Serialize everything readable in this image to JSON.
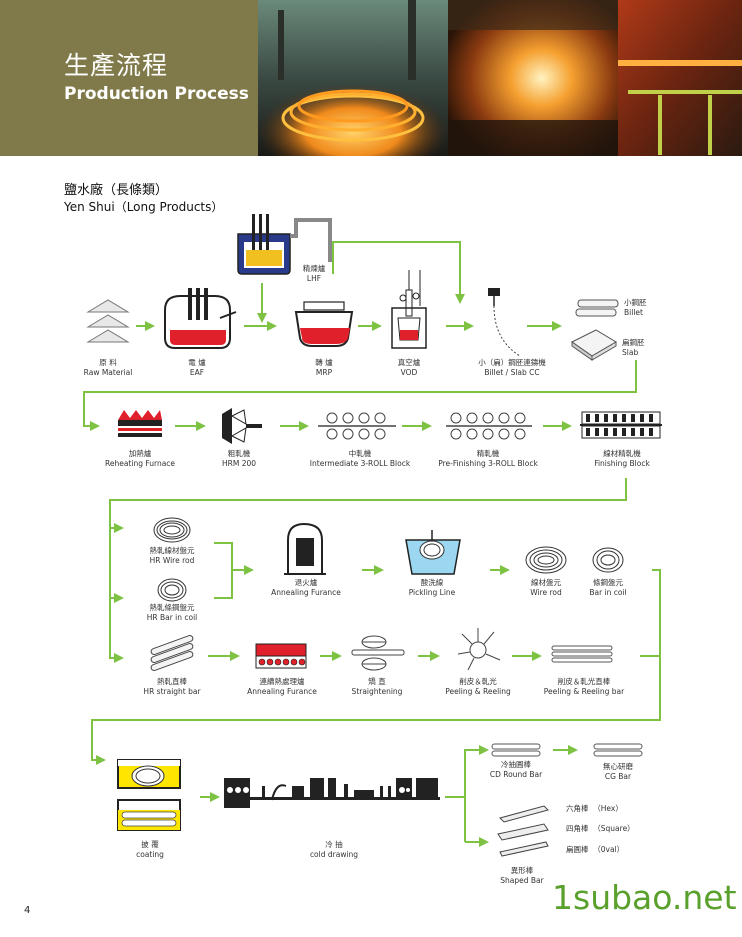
{
  "header": {
    "title_zh": "生產流程",
    "title_en": "Production Process"
  },
  "section": {
    "title_zh": "鹽水廠（長條類）",
    "title_en": "Yen Shui（Long Products）"
  },
  "row1": {
    "raw_material": {
      "zh": "原 料",
      "en": "Raw Material"
    },
    "eaf": {
      "zh": "電 爐",
      "en": "EAF"
    },
    "lhf": {
      "zh": "精煉爐",
      "en": "LHF"
    },
    "mrp": {
      "zh": "轉 爐",
      "en": "MRP"
    },
    "vod": {
      "zh": "真空爐",
      "en": "VOD"
    },
    "cc": {
      "zh": "小（扁）鋼胚連鑄機",
      "en": "Billet / Slab CC"
    },
    "billet": {
      "zh": "小鋼胚",
      "en": "Billet"
    },
    "slab": {
      "zh": "扁鋼胚",
      "en": "Slab"
    }
  },
  "row2": {
    "reheating": {
      "zh": "加熱爐",
      "en": "Reheating Furnace"
    },
    "hrm": {
      "zh": "粗軋機",
      "en": "HRM 200"
    },
    "intermediate": {
      "zh": "中軋機",
      "en": "Intermediate 3-ROLL Block"
    },
    "prefinishing": {
      "zh": "精軋機",
      "en": "Pre-Finishing 3-ROLL Block"
    },
    "finishing": {
      "zh": "線材精軋機",
      "en": "Finishing Block"
    }
  },
  "row3": {
    "hr_wire_rod": {
      "zh": "熱軋線材盤元",
      "en": "HR Wire rod"
    },
    "hr_bar_coil": {
      "zh": "熱軋條鋼盤元",
      "en": "HR Bar in coil"
    },
    "annealing": {
      "zh": "退火爐",
      "en": "Annealing Furance"
    },
    "pickling": {
      "zh": "酸洗線",
      "en": "Pickling Line"
    },
    "wire_rod": {
      "zh": "線材盤元",
      "en": "Wire rod"
    },
    "bar_coil": {
      "zh": "條鋼盤元",
      "en": "Bar in coil"
    }
  },
  "row4": {
    "hr_straight": {
      "zh": "熱軋直棒",
      "en": "HR straight bar"
    },
    "cont_annealing": {
      "zh": "連續熱處理爐",
      "en": "Annealing Furance"
    },
    "straightening": {
      "zh": "矯 直",
      "en": "Straightening"
    },
    "peeling": {
      "zh": "削皮＆軋光",
      "en": "Peeling & Reeling"
    },
    "peeling_bar": {
      "zh": "削皮＆軋光直棒",
      "en": "Peeling & Reeling bar"
    }
  },
  "row5": {
    "coating": {
      "zh": "披 覆",
      "en": "coating"
    },
    "cold_drawing": {
      "zh": "冷 抽",
      "en": "cold drawing"
    },
    "cd_round": {
      "zh": "冷抽圓棒",
      "en": "CD Round Bar"
    },
    "cg_bar": {
      "zh": "無心研磨",
      "en": "CG Bar"
    },
    "hex": {
      "zh": "六角棒",
      "en": "（Hex）"
    },
    "square": {
      "zh": "四角棒",
      "en": "（Square）"
    },
    "oval": {
      "zh": "扁圓棒",
      "en": "（0val）"
    },
    "shaped": {
      "zh": "異形棒",
      "en": "Shaped Bar"
    }
  },
  "page_number": "4",
  "watermark": "1subao.net",
  "colors": {
    "header_bg": "#807a4a",
    "flow_green": "#7dc242",
    "molten_red": "#e0202a",
    "coating_yellow": "#ffe600",
    "pickling_blue": "#9bd7f0",
    "watermark_green": "#5aa02c"
  }
}
